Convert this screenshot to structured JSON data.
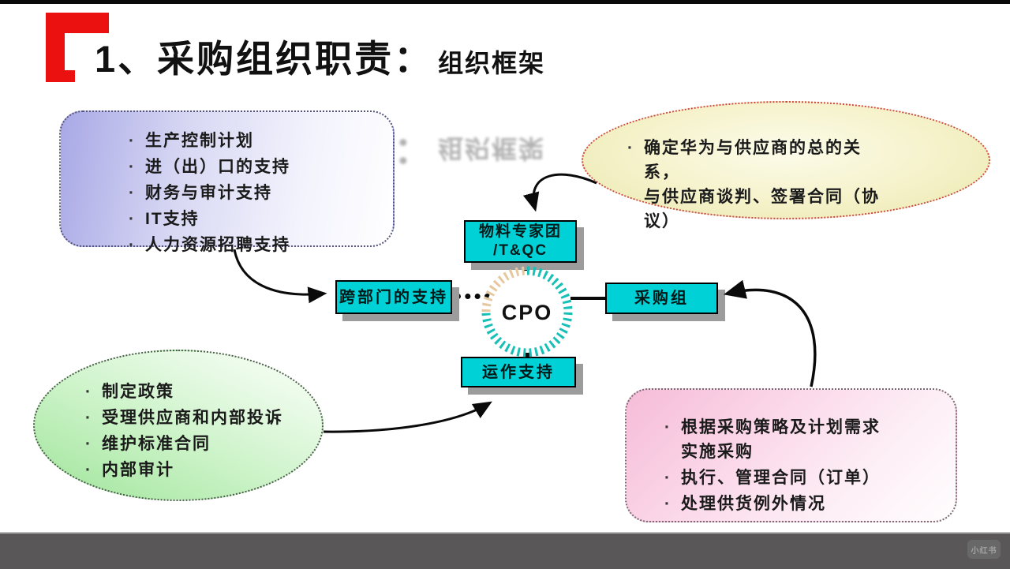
{
  "slide": {
    "title": {
      "main": "1、采购组织职责：",
      "sub": "组织框架"
    }
  },
  "callouts": {
    "functional_support": {
      "items": [
        "生产控制计划",
        "进（出）口的支持",
        "财务与审计支持",
        "IT支持",
        "人力资源招聘支持"
      ]
    },
    "supplier_relation": {
      "items": [
        "确定华为与供应商的总的关系，\n与供应商谈判、签署合同（协\n议）"
      ]
    },
    "policy": {
      "items": [
        "制定政策",
        "受理供应商和内部投诉",
        "维护标准合同",
        "内部审计"
      ]
    },
    "execution": {
      "items": [
        "根据采购策略及计划需求\n实施采购",
        "执行、管理合同（订单）",
        "处理供货例外情况"
      ]
    }
  },
  "nodes": {
    "expert_team_line1": "物料专家团",
    "expert_team_line2": "/T&QC",
    "cross_department": "跨部门的支持",
    "cpo": "CPO",
    "purchasing_group": "采购组",
    "operation_support": "运作支持"
  },
  "watermark": "小红书",
  "colors": {
    "accent_red": "#ec1111",
    "node_cyan": "#00d1d6",
    "burst_teal": "#17bfb7",
    "burst_tan": "#e6c89e",
    "bottom_bar_gray": "#595757"
  }
}
